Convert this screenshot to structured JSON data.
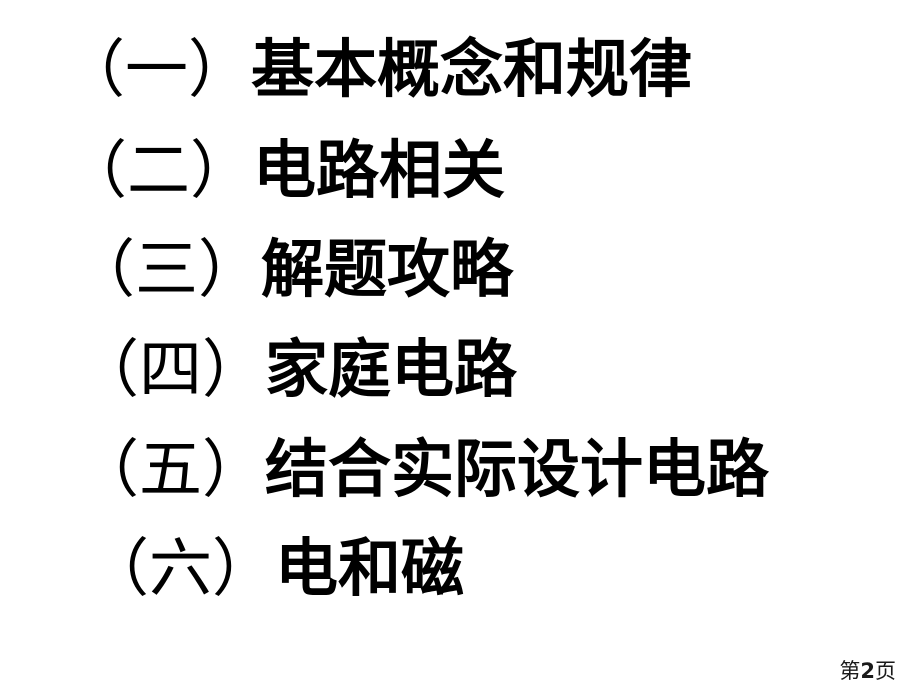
{
  "slide": {
    "background_color": "#ffffff",
    "text_color": "#000000",
    "title": "",
    "outline_items": [
      {
        "marker": "（一）",
        "label": "基本概念和规律"
      },
      {
        "marker": "（二）",
        "label": "电路相关"
      },
      {
        "marker": "（三）",
        "label": "解题攻略"
      },
      {
        "marker": "（四）",
        "label": "家庭电路"
      },
      {
        "marker": "（五）",
        "label": "结合实际设计电路"
      },
      {
        "marker": "（六）",
        "label": "电和磁"
      }
    ]
  },
  "footer": {
    "prefix": "第",
    "page_number": "2",
    "suffix": "页",
    "color": "#1a1a1a"
  }
}
